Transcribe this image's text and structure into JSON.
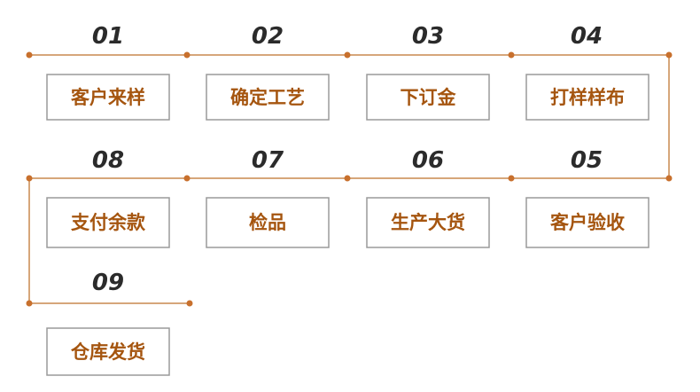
{
  "colors": {
    "line": "#c8884e",
    "dot": "#c8702d",
    "label": "#a5550f",
    "number": "#2b2b2b",
    "box_border": "#9a9a9a"
  },
  "steps": [
    {
      "number": "01",
      "label": "客户来样"
    },
    {
      "number": "02",
      "label": "确定工艺"
    },
    {
      "number": "03",
      "label": "下订金"
    },
    {
      "number": "04",
      "label": "打样样布"
    },
    {
      "number": "05",
      "label": "客户验收"
    },
    {
      "number": "06",
      "label": "生产大货"
    },
    {
      "number": "07",
      "label": "检品"
    },
    {
      "number": "08",
      "label": "支付余款"
    },
    {
      "number": "09",
      "label": "仓库发货"
    }
  ]
}
